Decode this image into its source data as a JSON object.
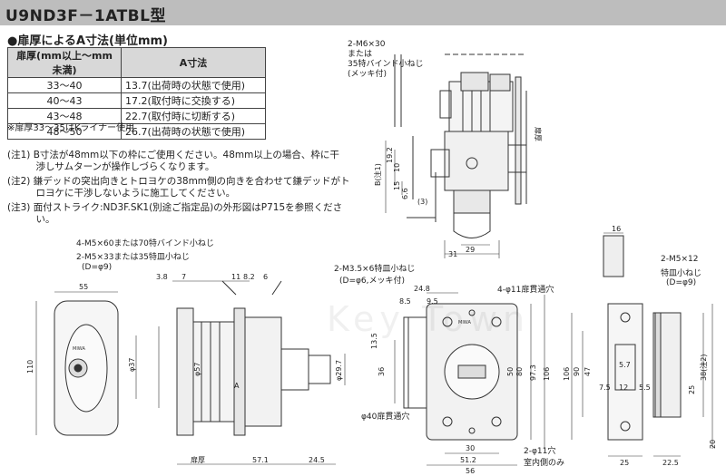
{
  "title": "U9ND3F－1ATBL型",
  "section_heading": "●扉厚によるA寸法(単位mm)",
  "table": {
    "headers": [
      "扉厚(mm以上～mm未満)",
      "A寸法"
    ],
    "rows": [
      [
        "33～40",
        "13.7(出荷時の状態で使用)"
      ],
      [
        "40～43",
        "17.2(取付時に交換する)"
      ],
      [
        "43～48",
        "22.7(取付時に切断する)"
      ],
      [
        "48～50",
        "26.7(出荷時の状態で使用)"
      ]
    ]
  },
  "table_note": "※扉厚33～35はKライナー使用",
  "notes": [
    "(注1) B寸法が48mm以下の枠にご使用ください。48mm以上の場合、枠に干",
    "　　　渉しサムターンが操作しづらくなります。",
    "(注2) 鎌デッドの突出向きとトロヨケの38mm側の向きを合わせて鎌デッドがト",
    "　　　ロヨケに干渉しないように施工してください。",
    "(注3) 面付ストライク:ND3F.SK1(別途ご指定品)の外形図はP715を参照くださ",
    "　　　い。"
  ],
  "labels": {
    "screw_top_1": "2-M6×30",
    "screw_top_2": "または",
    "screw_top_3": "35特バインド小ねじ",
    "screw_top_4": "(メッキ付)",
    "door_thickness_v": "扉厚",
    "b_note": "B(注1)",
    "paren3": "(3)",
    "left_screw_1": "4-M5×60または70特バインド小ねじ",
    "left_screw_2": "2-M5×33または35特皿小ねじ",
    "left_screw_3": "(D=φ9)",
    "mid_screw_1": "2-M3.5×6特皿小ねじ",
    "mid_screw_2": "(D=φ6,メッキ付)",
    "thru_hole_4": "4-φ11扉貫通穴",
    "thru_hole_40": "φ40扉貫通穴",
    "hole_2": "2-φ11穴",
    "indoor_only": "室内側のみ",
    "right_screw_1": "2-M5×12",
    "right_screw_2": "特皿小ねじ",
    "right_screw_3": "(D=φ9)",
    "door_thickness_h": "扉厚",
    "brand": "MIWA",
    "watermark": "Key Town"
  },
  "dims": {
    "d55": "55",
    "d110": "110",
    "d37": "φ37",
    "d57": "φ57",
    "d29_7": "φ29.7",
    "d3_8": "3.8",
    "d7": "7",
    "d11": "11",
    "d8_2": "8.2",
    "d6": "6",
    "d57_1": "57.1",
    "d24_5": "24.5",
    "dA": "A",
    "d29": "29",
    "d31": "31",
    "d19_2": "19.2",
    "d15": "15",
    "d10": "10",
    "d6_6": "6.6",
    "d24_8": "24.8",
    "d8_5": "8.5",
    "d9_5": "9.5",
    "d13_5": "13.5",
    "d36": "36",
    "d50": "50",
    "d80": "80",
    "d97_3": "97.3",
    "d106": "106",
    "d30": "30",
    "d51_2": "51.2",
    "d56": "56",
    "d16": "16",
    "d90": "90",
    "d47": "47",
    "d7_5": "7.5",
    "d12": "12",
    "d5_5": "5.5",
    "d5_7": "5.7",
    "d38n2": "38(注2)",
    "d25": "25",
    "d20": "20",
    "d22_5": "22.5"
  }
}
